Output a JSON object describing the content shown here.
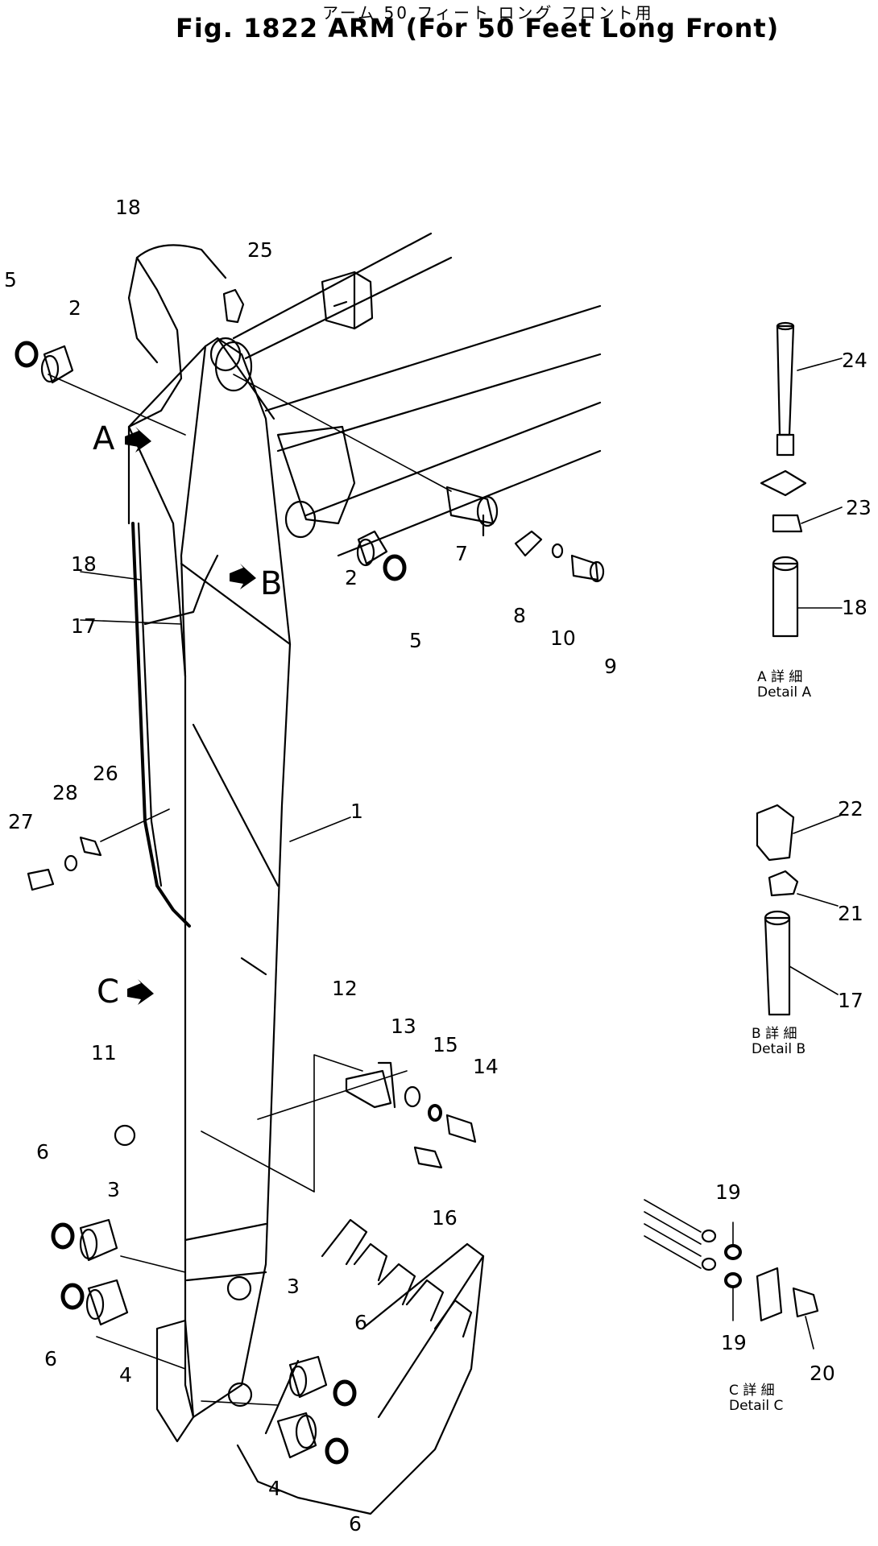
{
  "title_jp": "アーム 50 フィート ロング フロント用",
  "title": "Fig. 1822   ARM (For 50 Feet Long Front)",
  "callouts": {
    "c1": "1",
    "c2a": "2",
    "c2b": "2",
    "c3a": "3",
    "c3b": "3",
    "c4a": "4",
    "c4b": "4",
    "c5a": "5",
    "c5b": "5",
    "c6a": "6",
    "c6b": "6",
    "c6c": "6",
    "c6d": "6",
    "c7": "7",
    "c8": "8",
    "c9": "9",
    "c10": "10",
    "c11": "11",
    "c12": "12",
    "c13": "13",
    "c14": "14",
    "c15": "15",
    "c16": "16",
    "c17a": "17",
    "c17b": "17",
    "c18a": "18",
    "c18b": "18",
    "c18c": "18",
    "c19a": "19",
    "c19b": "19",
    "c20": "20",
    "c21": "21",
    "c22": "22",
    "c23": "23",
    "c24": "24",
    "c25": "25",
    "c26": "26",
    "c27": "27",
    "c28": "28"
  },
  "markers": {
    "a": "A",
    "b": "B",
    "c": "C"
  },
  "details": {
    "a_jp": "A 詳 細",
    "a_en": "Detail A",
    "b_jp": "B 詳 細",
    "b_en": "Detail B",
    "c_jp": "C 詳 細",
    "c_en": "Detail C"
  }
}
